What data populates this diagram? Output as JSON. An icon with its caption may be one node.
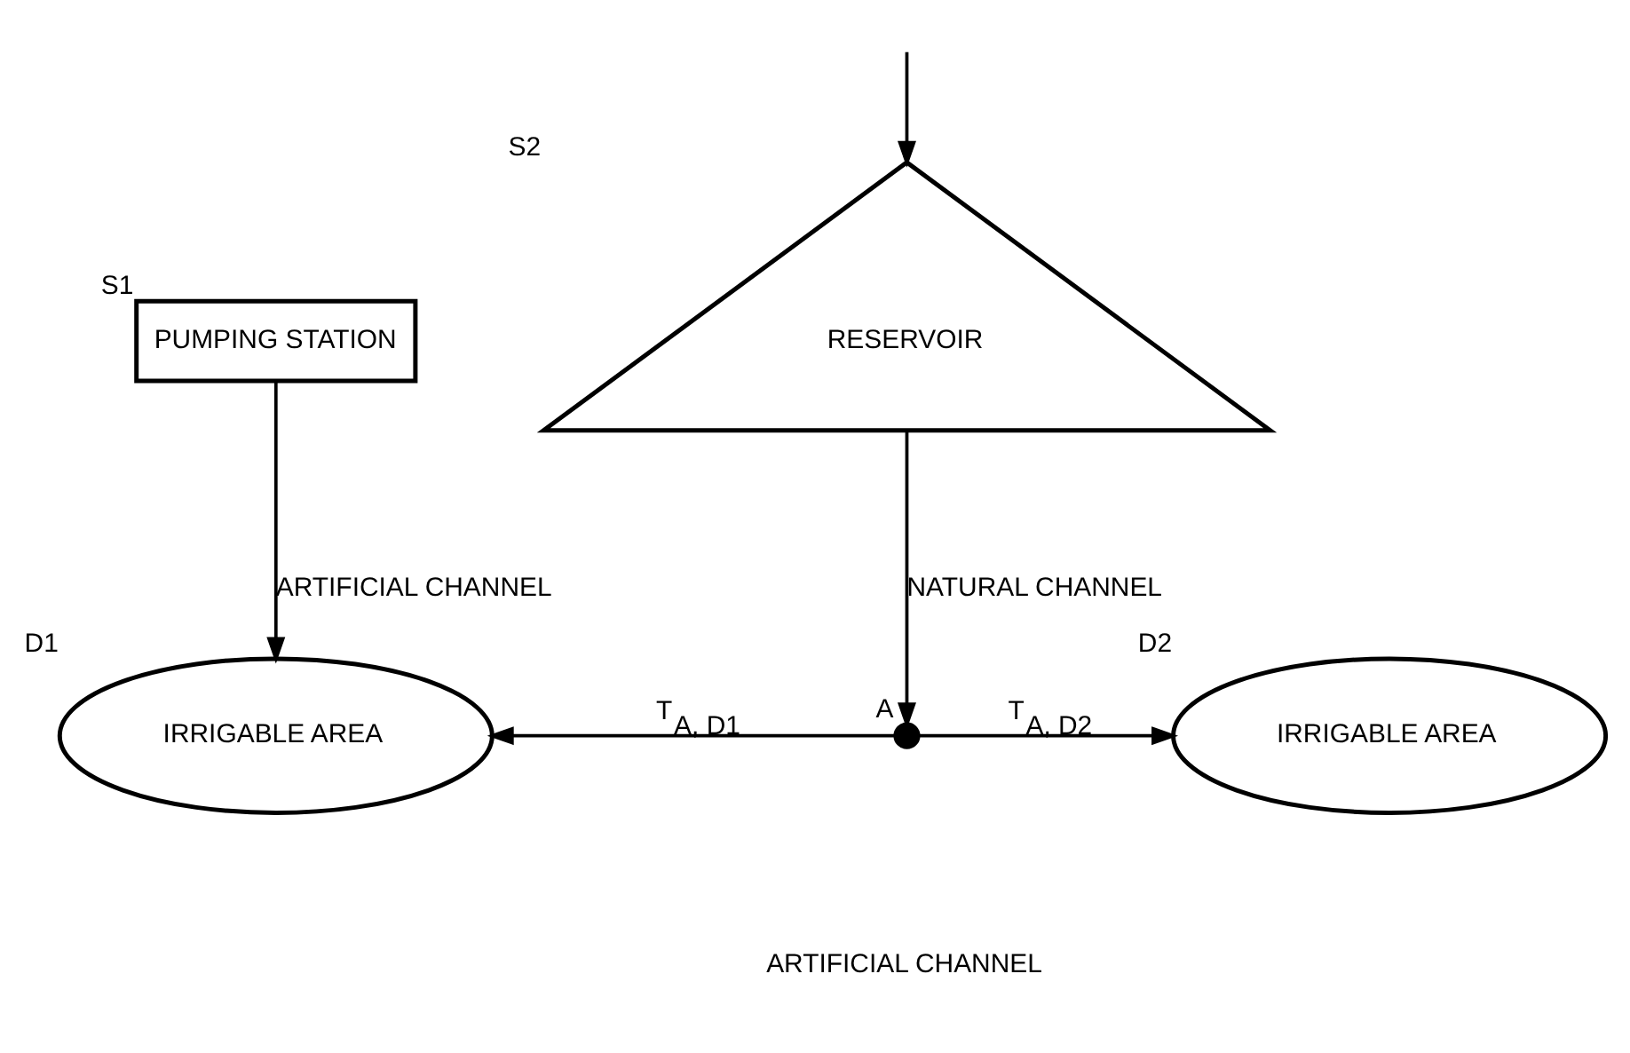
{
  "diagram": {
    "nodes": [
      {
        "text": [
          "PUMPING STATION"
        ],
        "beside": [
          "S1"
        ]
      },
      {
        "text": [
          "RESERVOIR"
        ],
        "beside": [
          "S2"
        ]
      },
      {
        "text": [
          "IRRIGABLE AREA"
        ],
        "beside": [
          "D1"
        ]
      },
      {
        "text": [],
        "shape": "circle",
        "beside": [
          "A"
        ]
      },
      {
        "text": [
          "IRRIGABLE AREA"
        ],
        "beside": [
          "D2"
        ]
      }
    ],
    "edges": [
      {
        "from": null,
        "to": 1,
        "arrow": "to"
      },
      {
        "from": 0,
        "to": 2,
        "arrow": "to",
        "label": "ARTIFICIAL CHANNEL"
      },
      {
        "from": 1,
        "to": 3,
        "arrow": "to",
        "label": "NATURAL CHANNEL"
      },
      {
        "from": 3,
        "to": 2,
        "arrow": "to",
        "label": "T$_{A, D1}$"
      },
      {
        "from": 3,
        "to": 4,
        "arrow": "to",
        "label": "T$_{A, D2}$"
      }
    ],
    "labels": [
      "ARTIFICIAL CHANNEL"
    ]
  }
}
